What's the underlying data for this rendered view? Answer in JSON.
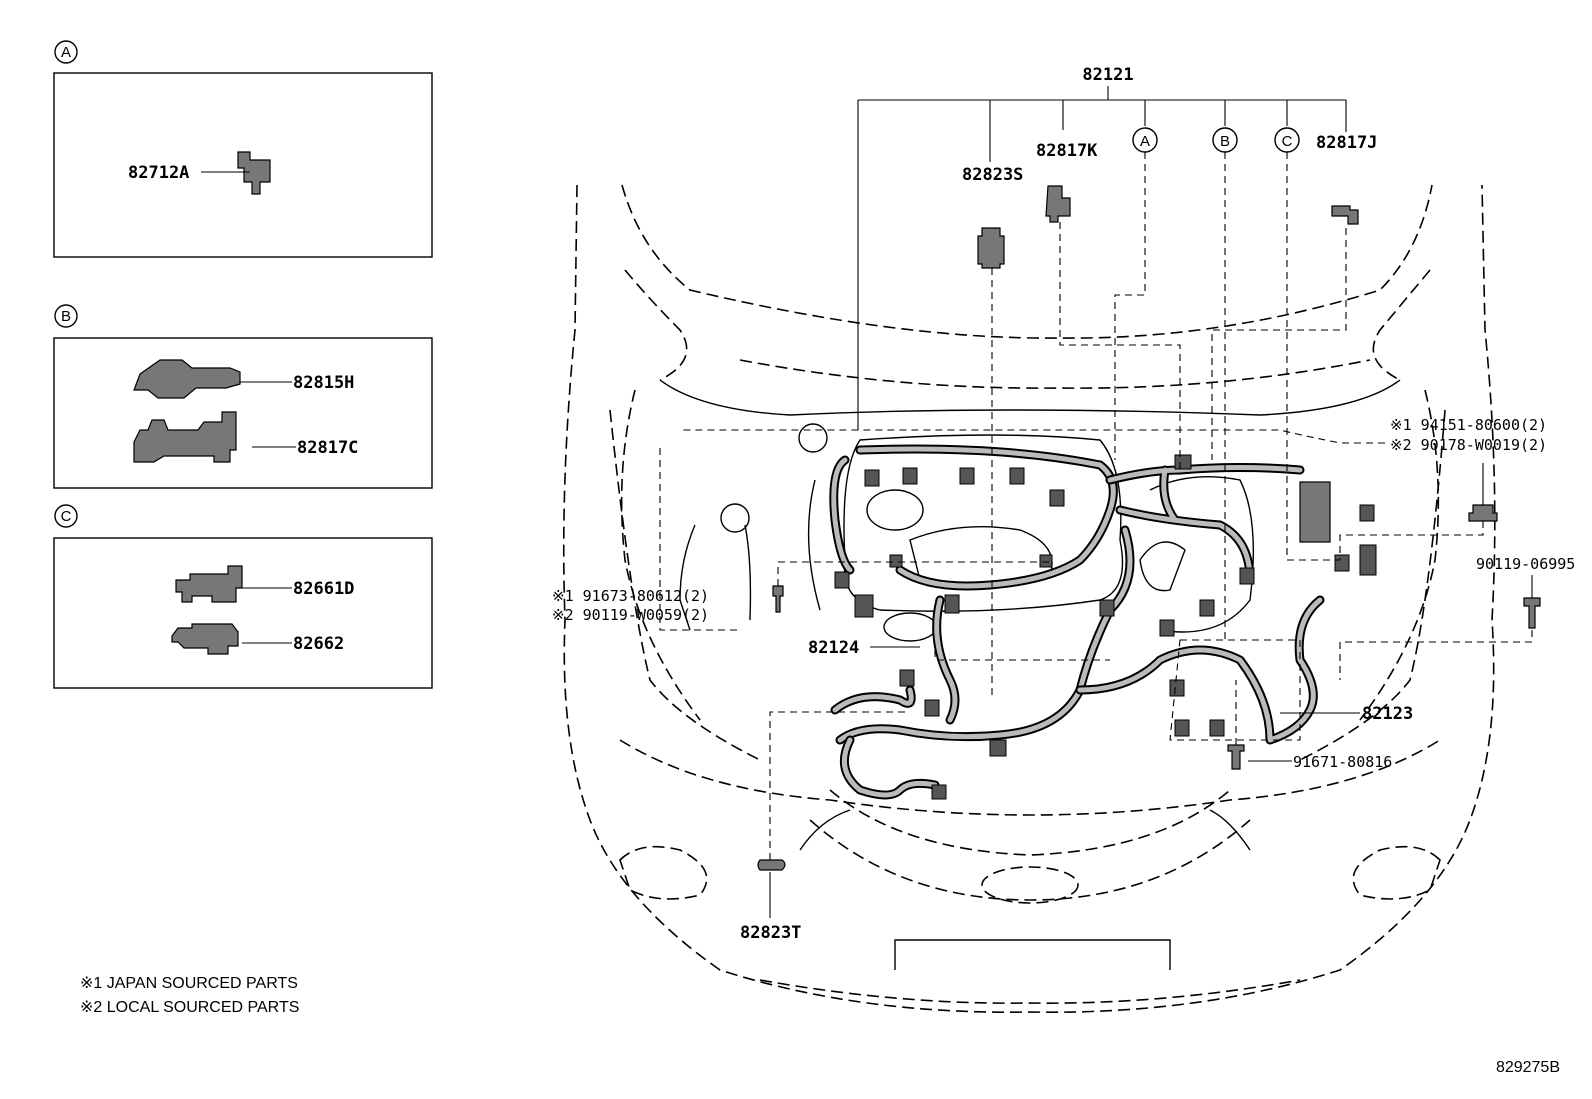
{
  "diagram": {
    "insets": [
      {
        "letter": "A",
        "parts": [
          "82712A"
        ]
      },
      {
        "letter": "B",
        "parts": [
          "82815H",
          "82817C"
        ]
      },
      {
        "letter": "C",
        "parts": [
          "82661D",
          "82662"
        ]
      }
    ],
    "callouts": {
      "main_harness": "82121",
      "p82817K": "82817K",
      "p82823S": "82823S",
      "p82817J": "82817J",
      "ref_a": "A",
      "ref_b": "B",
      "ref_c": "C",
      "p82124": "82124",
      "p82123": "82123",
      "p82823T": "82823T",
      "p91671": "91671-80816",
      "p90119_06995": "90119-06995",
      "right_j1": "※1 94151-80600(2)",
      "right_j2": "※2 90178-W0019(2)",
      "left_j1": "※1 91673-80612(2)",
      "left_j2": "※2 90119-W0059(2)"
    },
    "notes": [
      "※1 JAPAN SOURCED PARTS",
      "※2 LOCAL SOURCED PARTS"
    ],
    "drawing_id": "829275B"
  }
}
